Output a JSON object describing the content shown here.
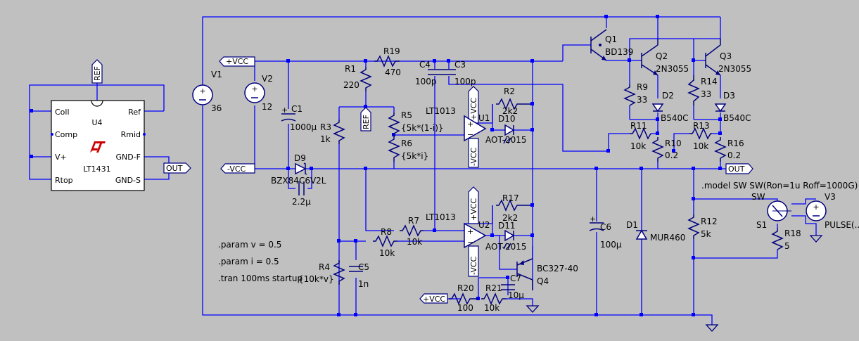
{
  "ic": {
    "name": "U4",
    "part": "LT1431",
    "logo": "LT",
    "pins": {
      "coll": "Coll",
      "comp": "Comp",
      "vplus": "V+",
      "rtop": "Rtop",
      "ref": "Ref",
      "rmid": "Rmid",
      "gndf": "GND-F",
      "gnds": "GND-S"
    }
  },
  "flags": {
    "ref": "REF",
    "out": "OUT",
    "vcc": "+VCC",
    "vee": "-VCC"
  },
  "sources": {
    "v1": {
      "name": "V1",
      "value": "36"
    },
    "v2": {
      "name": "V2",
      "value": "12"
    },
    "v3": {
      "name": "V3",
      "value": "PULSE(..."
    }
  },
  "resistors": {
    "r1": {
      "name": "R1",
      "value": "220"
    },
    "r2": {
      "name": "R2",
      "value": "2k2"
    },
    "r3": {
      "name": "R3",
      "value": "1k"
    },
    "r4": {
      "name": "R4",
      "value": "{10k*v}"
    },
    "r5": {
      "name": "R5",
      "value": "{5k*(1-i)}"
    },
    "r6": {
      "name": "R6",
      "value": "{5k*i}"
    },
    "r7": {
      "name": "R7",
      "value": "10k"
    },
    "r8": {
      "name": "R8",
      "value": "10k"
    },
    "r9": {
      "name": "R9",
      "value": "33"
    },
    "r10": {
      "name": "R10",
      "value": "0.2"
    },
    "r11": {
      "name": "R11",
      "value": "10k"
    },
    "r12": {
      "name": "R12",
      "value": "5k"
    },
    "r13": {
      "name": "R13",
      "value": "10k"
    },
    "r14": {
      "name": "R14",
      "value": "33"
    },
    "r16": {
      "name": "R16",
      "value": "0.2"
    },
    "r17": {
      "name": "R17",
      "value": "2k2"
    },
    "r18": {
      "name": "R18",
      "value": "5"
    },
    "r19": {
      "name": "R19",
      "value": "470"
    },
    "r20": {
      "name": "R20",
      "value": "100"
    },
    "r21": {
      "name": "R21",
      "value": "10k"
    }
  },
  "capacitors": {
    "c1": {
      "name": "C1",
      "value": "1000µ"
    },
    "c2": {
      "value": "2.2µ"
    },
    "c3": {
      "name": "C3",
      "value": "100p"
    },
    "c4": {
      "name": "C4",
      "value": "100p"
    },
    "c5": {
      "name": "C5",
      "value": "1n"
    },
    "c6": {
      "name": "C6",
      "value": "100µ"
    },
    "c7": {
      "name": "C7",
      "value": "10µ"
    }
  },
  "diodes": {
    "d1": {
      "name": "D1",
      "value": "MUR460"
    },
    "d2": {
      "name": "D2",
      "value": "B540C"
    },
    "d3": {
      "name": "D3",
      "value": "B540C"
    },
    "d9": {
      "name": "D9",
      "value": "BZX84C6V2L"
    },
    "d10": {
      "name": "D10",
      "value": "AOT-2015"
    },
    "d11": {
      "name": "D11",
      "value": "AOT-2015"
    }
  },
  "transistors": {
    "q1": {
      "name": "Q1",
      "value": "BD139"
    },
    "q2": {
      "name": "Q2",
      "value": "2N3055"
    },
    "q3": {
      "name": "Q3",
      "value": "2N3055"
    },
    "q4": {
      "name": "Q4",
      "value": "BC327-40"
    }
  },
  "opamps": {
    "u1": {
      "name": "U1",
      "value": "LT1013"
    },
    "u2": {
      "name": "U2",
      "value": "LT1013"
    }
  },
  "switch": {
    "name": "S1",
    "model": "SW"
  },
  "directives": {
    "model": ".model SW SW(Ron=1u Roff=1000G)",
    "param_v": ".param v = 0.5",
    "param_i": ".param i = 0.5",
    "tran": ".tran 100ms startup"
  }
}
